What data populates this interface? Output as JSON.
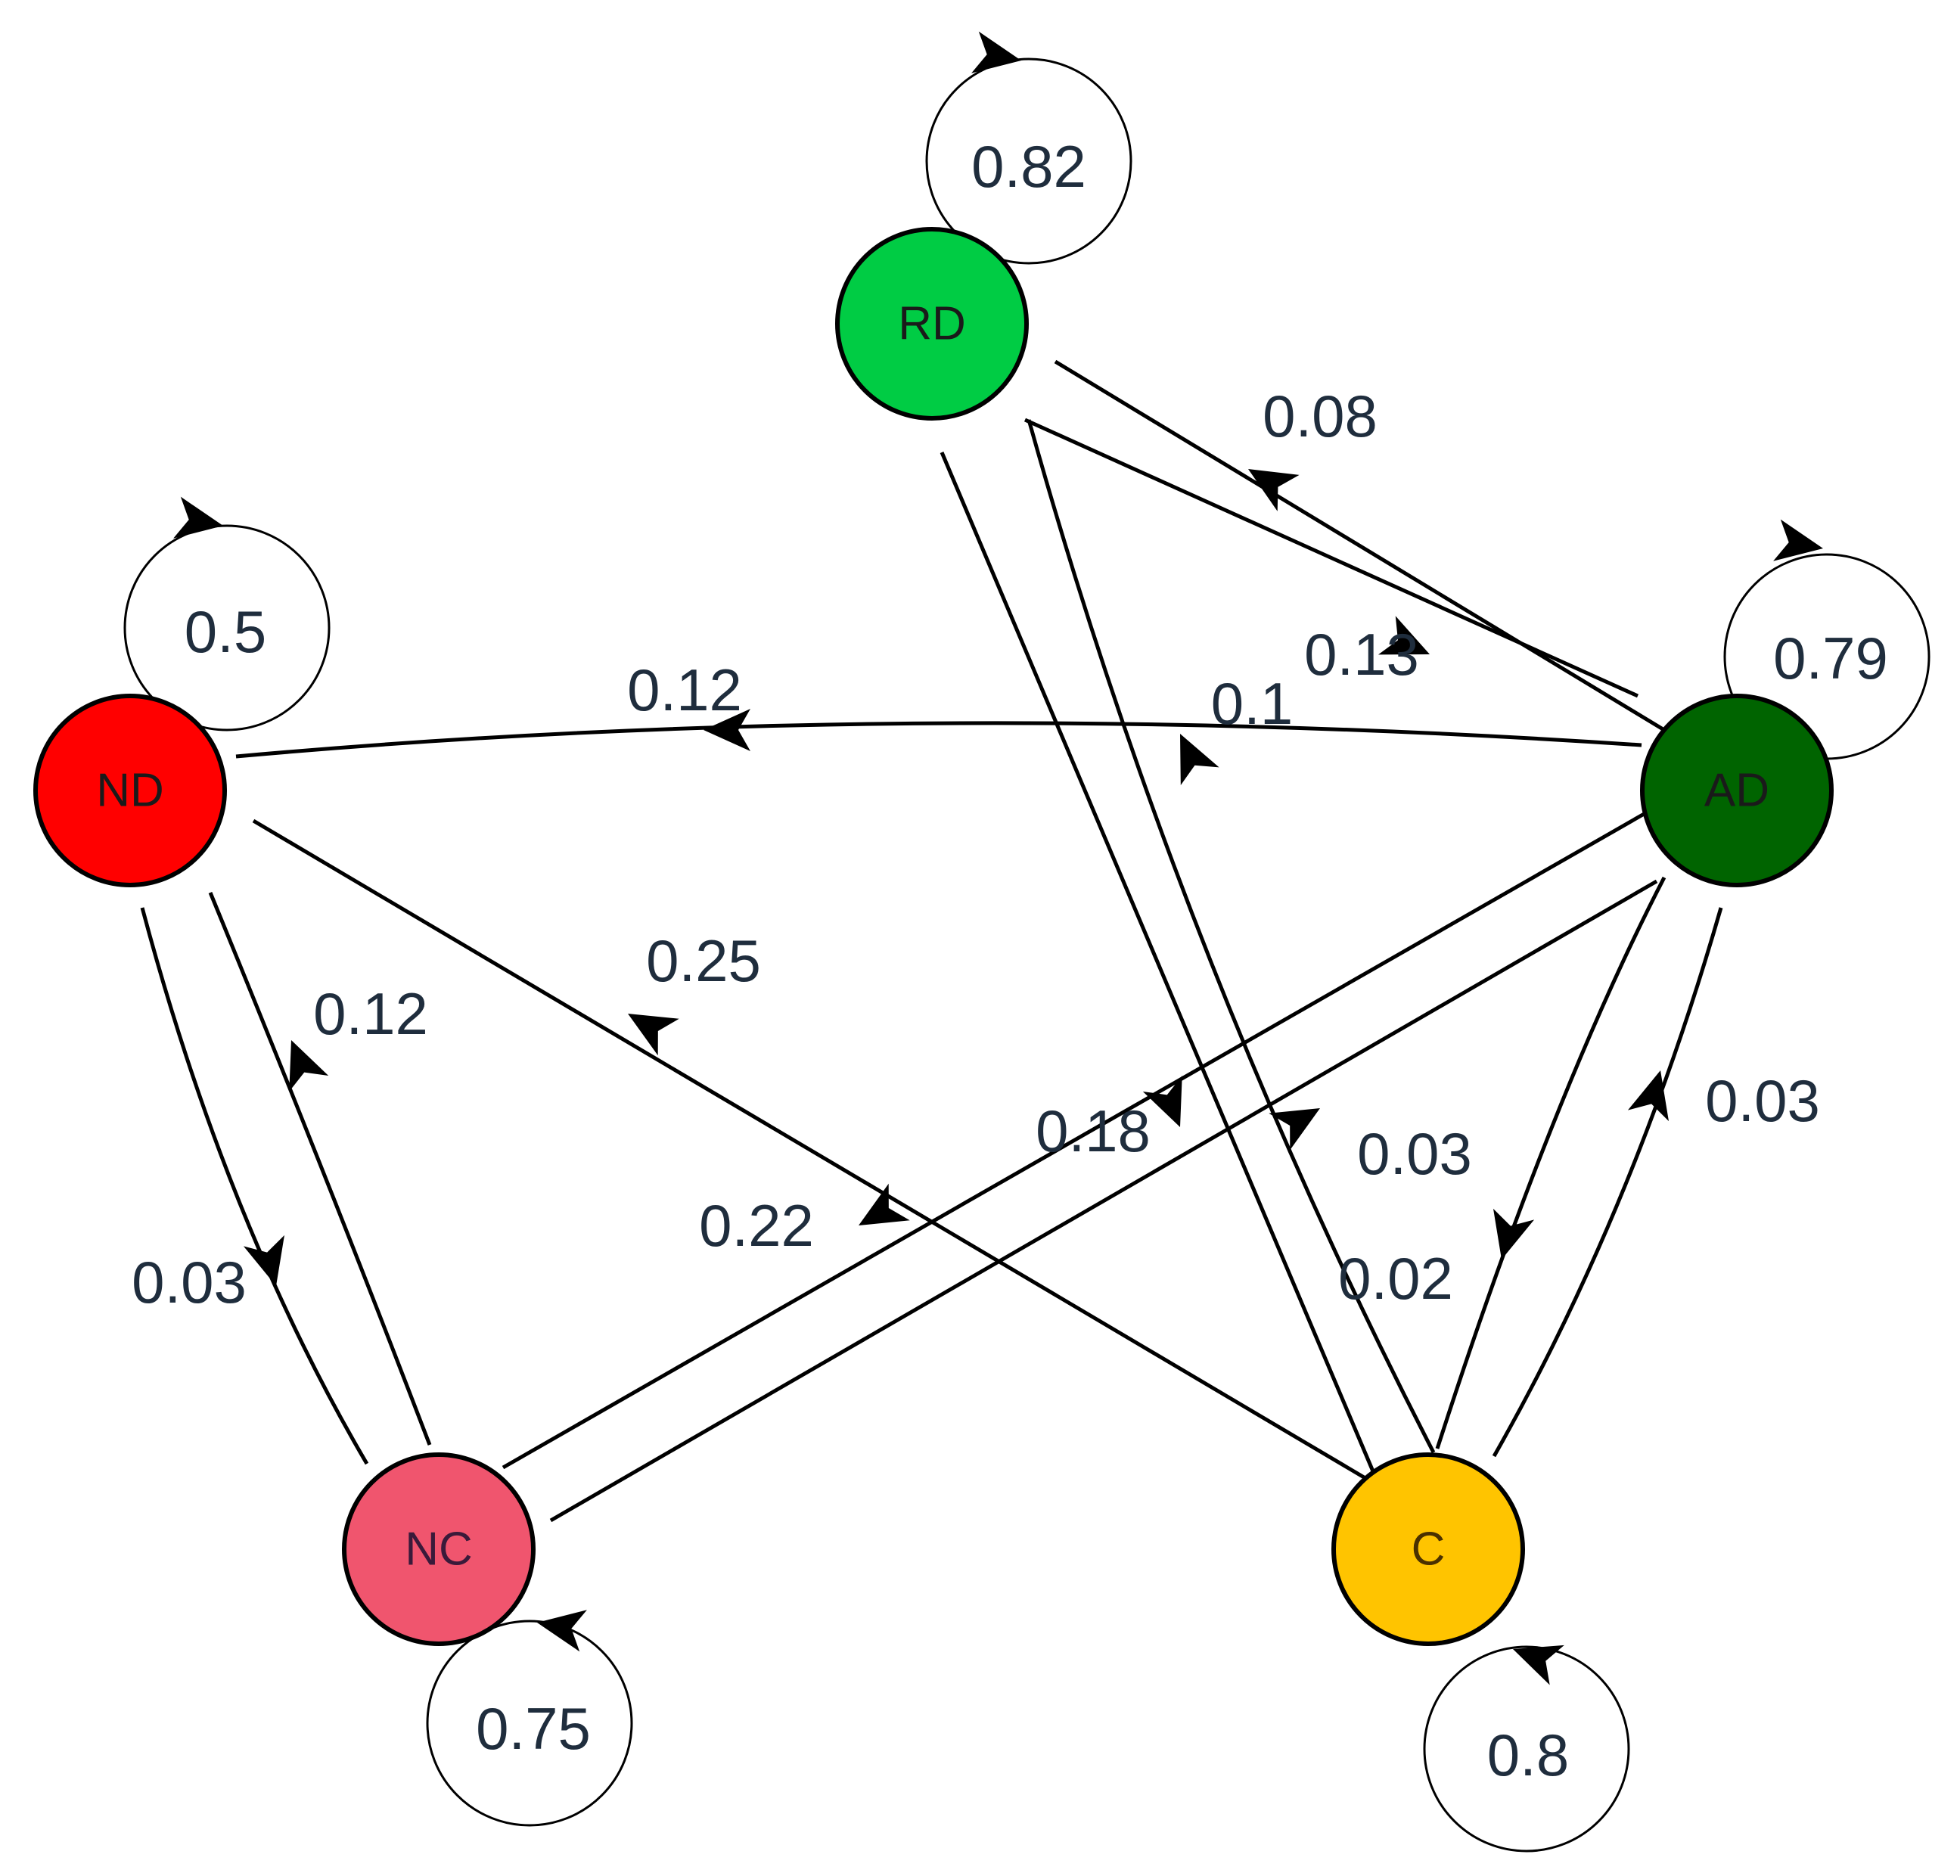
{
  "nodes": [
    {
      "id": "RD",
      "label": "RD",
      "color": "#00cc44"
    },
    {
      "id": "ND",
      "label": "ND",
      "color": "#ff0000"
    },
    {
      "id": "AD",
      "label": "AD",
      "color": "#006400"
    },
    {
      "id": "NC",
      "label": "NC",
      "color": "#f0556e"
    },
    {
      "id": "C",
      "label": "C",
      "color": "#ffc400"
    }
  ],
  "self_loops": [
    {
      "node": "RD",
      "label": "0.82"
    },
    {
      "node": "ND",
      "label": "0.5"
    },
    {
      "node": "AD",
      "label": "0.79"
    },
    {
      "node": "NC",
      "label": "0.75"
    },
    {
      "node": "C",
      "label": "0.8"
    }
  ],
  "edges": [
    {
      "from": "AD",
      "to": "RD",
      "label": "0.08"
    },
    {
      "from": "RD",
      "to": "AD",
      "label": "0.13"
    },
    {
      "from": "C",
      "to": "RD",
      "label": "0.1"
    },
    {
      "from": "RD",
      "to": "C",
      "label": "0.18"
    },
    {
      "from": "AD",
      "to": "ND",
      "label": "0.12"
    },
    {
      "from": "C",
      "to": "ND",
      "label": "0.25"
    },
    {
      "from": "NC",
      "to": "ND",
      "label": "0.12"
    },
    {
      "from": "ND",
      "to": "NC",
      "label": "0.03"
    },
    {
      "from": "AD",
      "to": "NC",
      "label": "0.22"
    },
    {
      "from": "NC",
      "to": "AD",
      "label": "0.03"
    },
    {
      "from": "AD",
      "to": "C",
      "label": "0.02"
    },
    {
      "from": "C",
      "to": "AD",
      "label": "0.03"
    }
  ]
}
